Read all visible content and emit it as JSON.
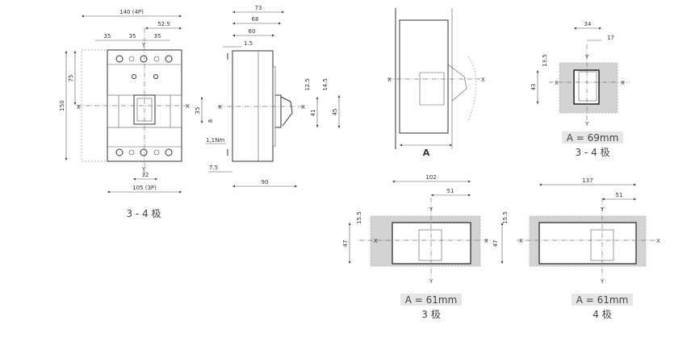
{
  "front_view": {
    "dims": {
      "width_4p": "140 (4P)",
      "offset": "52.5",
      "pole_pitch": [
        "35",
        "35",
        "35"
      ],
      "height": "150",
      "half_height": "75",
      "bottom": "32",
      "width_3p": "105 (3P)"
    },
    "axis_x": "X",
    "axis_y": "Y",
    "caption": "3 - 4 极"
  },
  "side_view": {
    "dims": {
      "d73": "73",
      "d68": "68",
      "d60": "60",
      "d1_5": "1.5",
      "d35": "35",
      "d8": "8",
      "torque": "1,1Nm",
      "d7_5": "7.5",
      "d90": "90",
      "d12_5": "12.5",
      "d41": "41",
      "d14_5": "14.5",
      "d45": "45"
    },
    "axis_x": "X"
  },
  "panel_view": {
    "label": "A",
    "axis_x": "X"
  },
  "cutout_34": {
    "dims": {
      "w": "34",
      "half": "17",
      "v1": "13.5",
      "h": "43"
    },
    "axis_x": "X",
    "axis_y": "Y",
    "badge": "A = 69mm",
    "caption": "3 - 4 极"
  },
  "cutout_3": {
    "dims": {
      "w": "102",
      "half": "51",
      "v1": "15.5",
      "h": "47"
    },
    "axis_x": "X",
    "axis_y": "Y",
    "badge": "A = 61mm",
    "caption": "3 极"
  },
  "cutout_4": {
    "dims": {
      "w": "137",
      "half": "51",
      "v1": "15.5",
      "h": "47"
    },
    "axis_x": "X",
    "axis_y": "Y",
    "badge": "A = 61mm",
    "caption": "4 极"
  }
}
